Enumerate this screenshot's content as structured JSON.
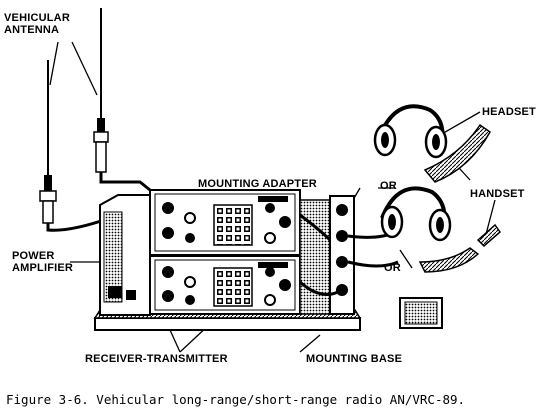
{
  "labels": {
    "vehicular_antenna_line1": "VEHICULAR",
    "vehicular_antenna_line2": "ANTENNA",
    "power_amplifier_line1": "POWER",
    "power_amplifier_line2": "AMPLIFIER",
    "mounting_adapter": "MOUNTING ADAPTER",
    "headset": "HEADSET",
    "handset": "HANDSET",
    "or_upper": "OR",
    "or_lower": "OR",
    "receiver_transmitter": "RECEIVER-TRANSMITTER",
    "mounting_base": "MOUNTING BASE"
  },
  "caption": "Figure 3-6. Vehicular long-range/short-range radio AN/VRC-89.",
  "colors": {
    "ink": "#000000",
    "paper": "#ffffff",
    "shade": "#555555"
  }
}
